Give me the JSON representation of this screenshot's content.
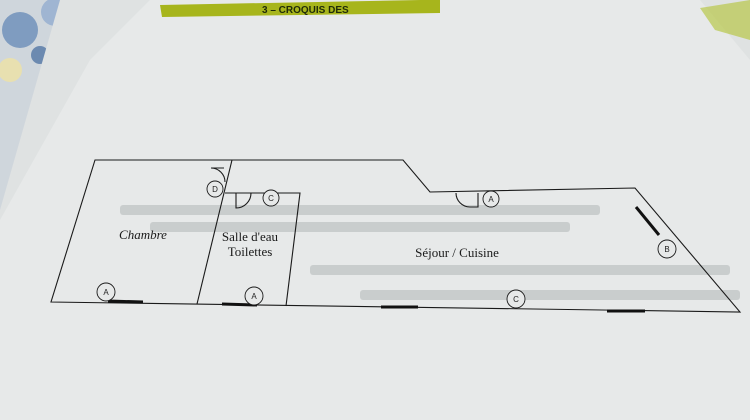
{
  "header": {
    "title": "3 – CROQUIS DES"
  },
  "rooms": {
    "chambre": "Chambre",
    "salle_line1": "Salle d'eau",
    "salle_line2": "Toilettes",
    "sejour": "Séjour / Cuisine"
  },
  "markers": {
    "a1": "A",
    "a2": "A",
    "a3": "A",
    "b": "B",
    "c1": "C",
    "c2": "C",
    "d": "D"
  },
  "colors": {
    "header_band": "#a7b51c",
    "paper": "#e6e8e8",
    "ink": "#1a1a1a"
  }
}
